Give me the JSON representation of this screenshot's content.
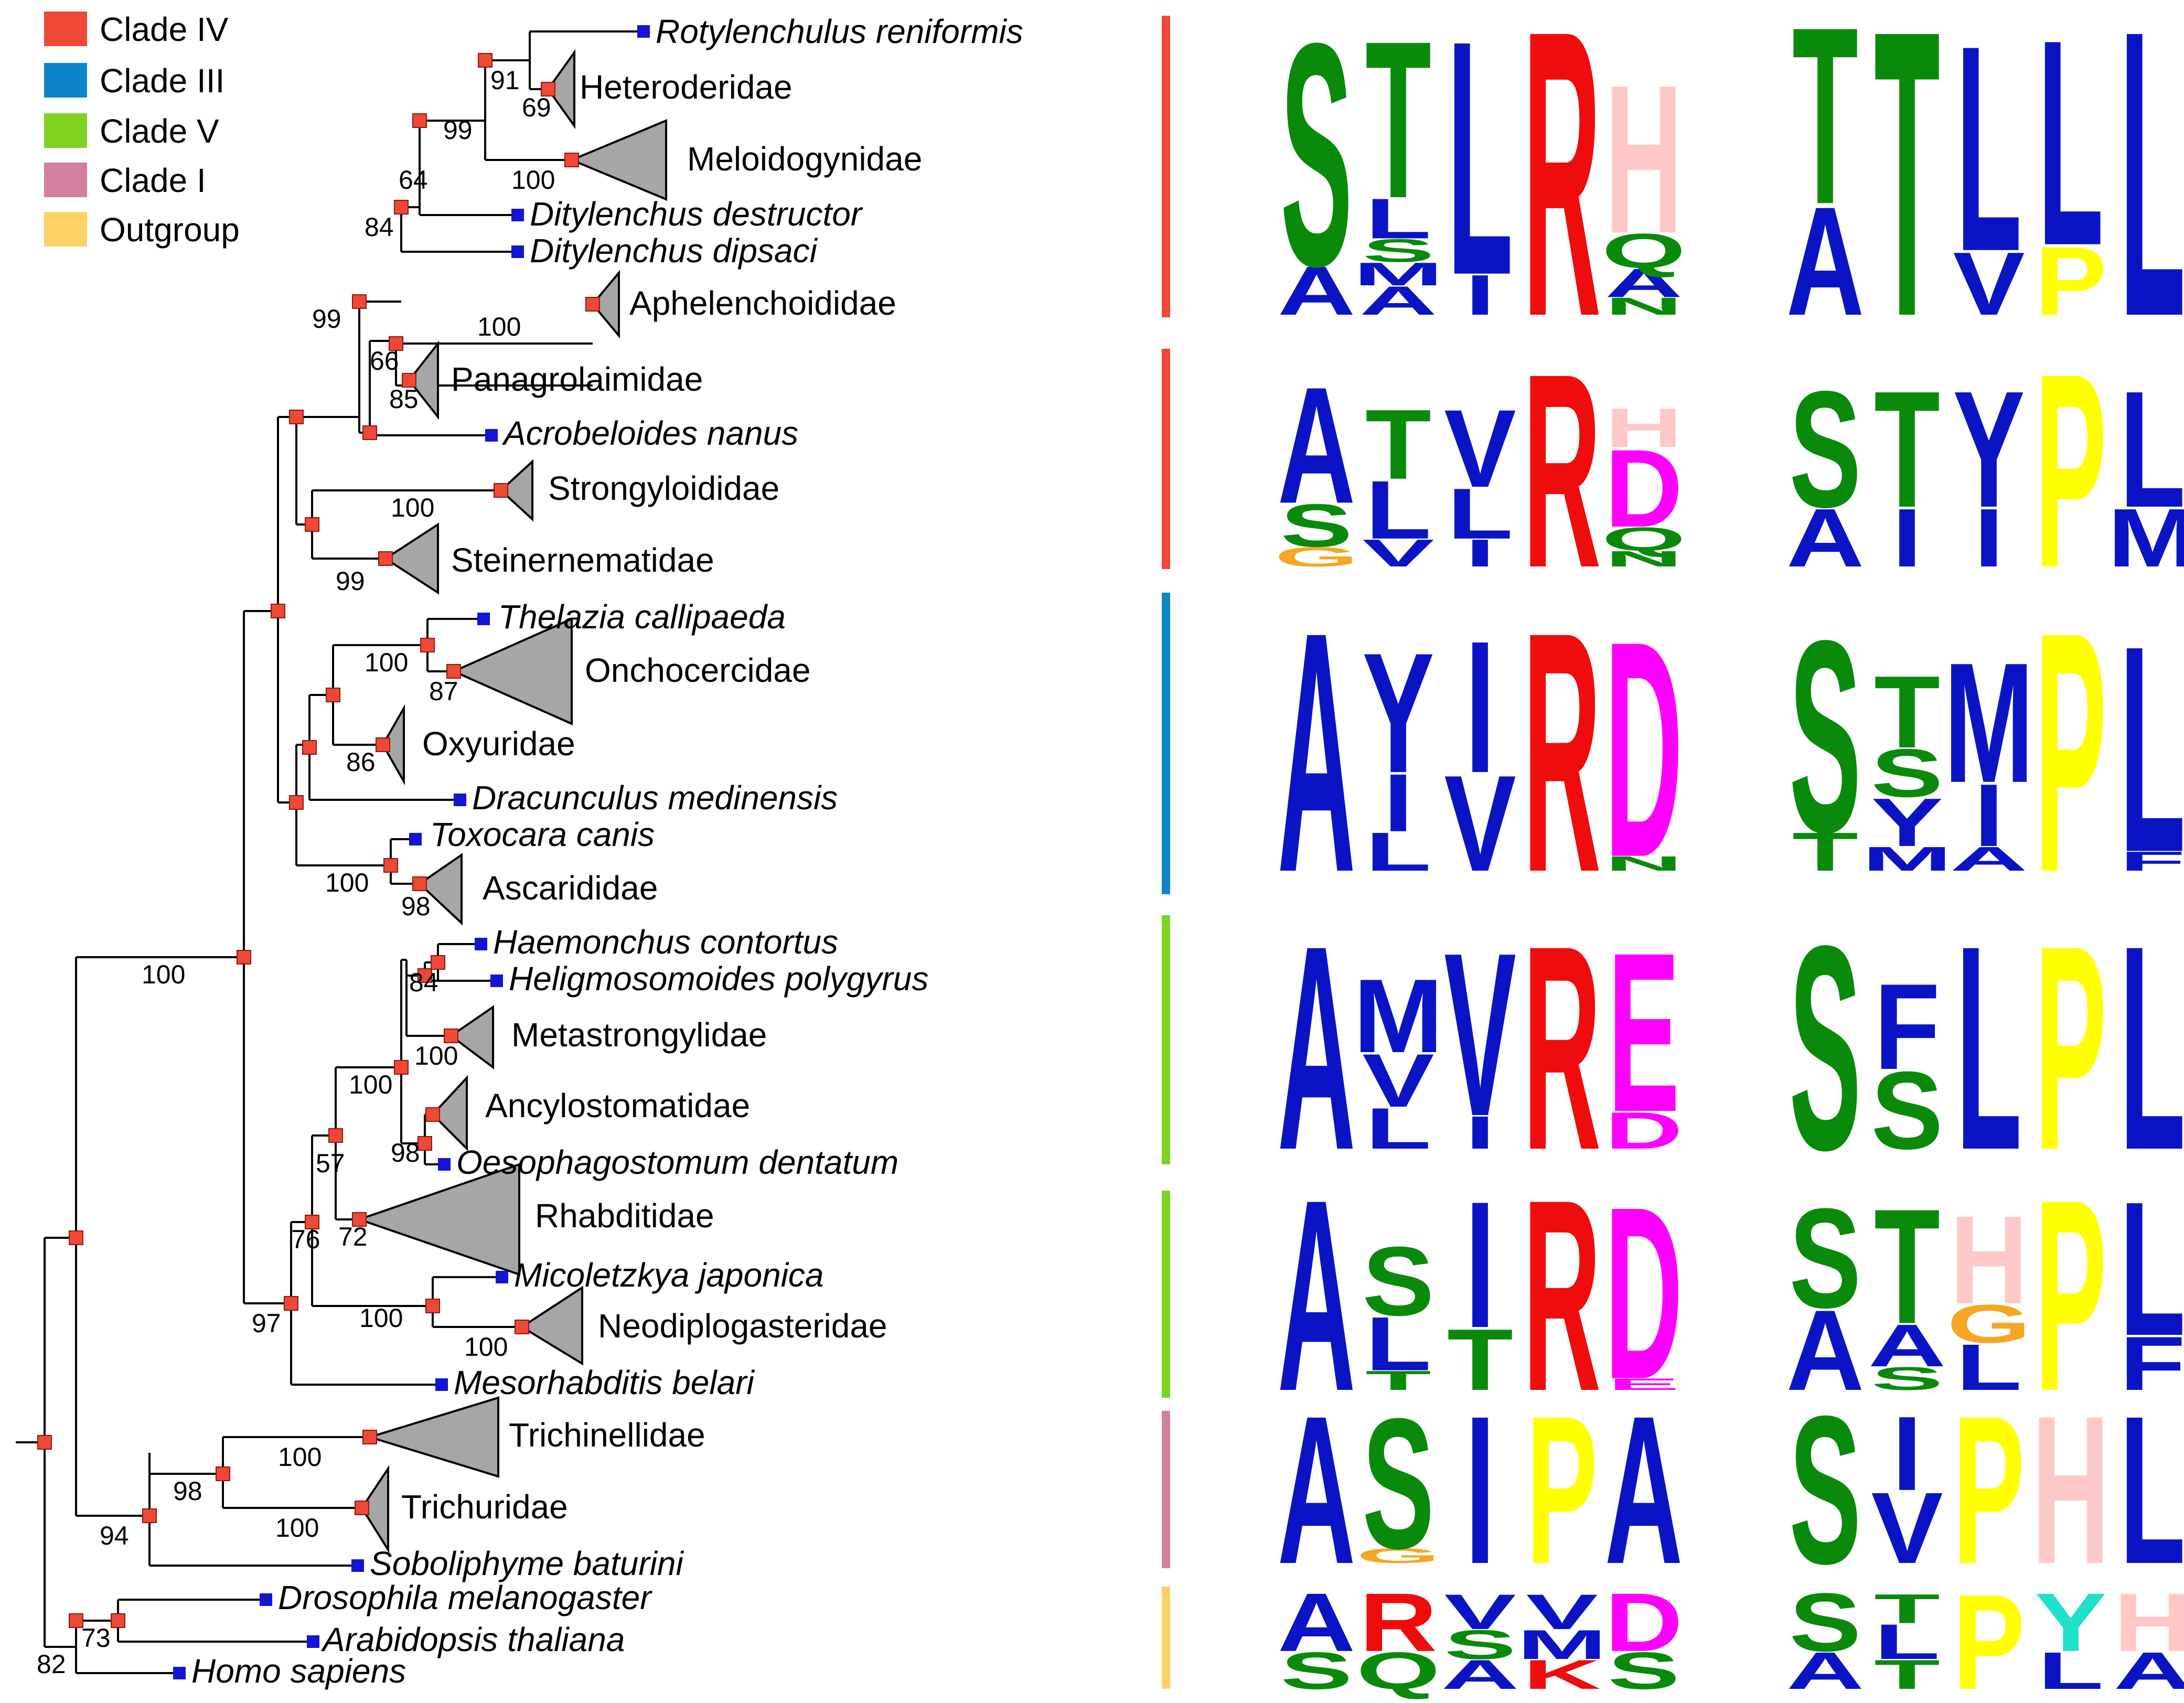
{
  "legend": [
    {
      "label": "Clade IV",
      "color": "#ef4836"
    },
    {
      "label": "Clade III",
      "color": "#0e85c8"
    },
    {
      "label": "Clade V",
      "color": "#7ed321"
    },
    {
      "label": "Clade I",
      "color": "#d47fa0"
    },
    {
      "label": "Outgroup",
      "color": "#fdd265"
    }
  ],
  "taxa": {
    "rotylenchulus": "Rotylenchulus reniformis",
    "heteroderidae": "Heteroderidae",
    "meloidogynidae": "Meloidogynidae",
    "dit_destructor": "Ditylenchus destructor",
    "dit_dipsaci": "Ditylenchus dipsaci",
    "aphelenchoididae": "Aphelenchoididae",
    "panagrolaimidae": "Panagrolaimidae",
    "acrobeloides": "Acrobeloides nanus",
    "strongyloididae": "Strongyloididae",
    "steinernematidae": "Steinernematidae",
    "thelazia": "Thelazia callipaeda",
    "onchocercidae": "Onchocercidae",
    "oxyuridae": "Oxyuridae",
    "dracunculus": "Dracunculus medinensis",
    "toxocara": "Toxocara canis",
    "ascarididae": "Ascarididae",
    "haemonchus": "Haemonchus contortus",
    "heligmosomoides": "Heligmosomoides polygyrus",
    "metastrongylidae": "Metastrongylidae",
    "ancylostomatidae": "Ancylostomatidae",
    "oesophagostomum": "Oesophagostomum dentatum",
    "rhabditidae": "Rhabditidae",
    "micoletzkya": "Micoletzkya japonica",
    "neodiplogasteridae": "Neodiplogasteridae",
    "mesorhabditis": "Mesorhabditis belari",
    "trichinellidae": "Trichinellidae",
    "trichuridae": "Trichuridae",
    "soboliphyme": "Soboliphyme baturini",
    "drosophila": "Drosophila melanogaster",
    "arabidopsis": "Arabidopsis thaliana",
    "homo": "Homo sapiens"
  },
  "bootstrap": {
    "b91": "91",
    "b69": "69",
    "b99a": "99",
    "b100a": "100",
    "b64": "64",
    "b84a": "84",
    "b99b": "99",
    "b100b": "100",
    "b66": "66",
    "b85": "85",
    "b100c": "100",
    "b99c": "99",
    "b100d": "100",
    "b87": "87",
    "b86": "86",
    "b100e": "100",
    "b98a": "98",
    "b100f": "100",
    "b84b": "84",
    "b100g": "100",
    "b100h": "100",
    "b98b": "98",
    "b57": "57",
    "b72": "72",
    "b76": "76",
    "b100i": "100",
    "b100j": "100",
    "b97": "97",
    "b100k": "100",
    "b98c": "98",
    "b100l": "100",
    "b94": "94",
    "b73": "73",
    "b82": "82"
  },
  "logos": [
    {
      "clade": "Clade IV",
      "left": [
        [
          {
            "l": "S",
            "c": "#0a8a0a",
            "h": 0.78
          },
          {
            "l": "A",
            "c": "#0b14c4",
            "h": 0.17
          }
        ],
        [
          {
            "l": "T",
            "c": "#0a8a0a",
            "h": 0.55
          },
          {
            "l": "L",
            "c": "#0b14c4",
            "h": 0.14
          },
          {
            "l": "S",
            "c": "#0a8a0a",
            "h": 0.08
          },
          {
            "l": "M",
            "c": "#0b14c4",
            "h": 0.08
          },
          {
            "l": "A",
            "c": "#0b14c4",
            "h": 0.1
          }
        ],
        [
          {
            "l": "L",
            "c": "#0b14c4",
            "h": 0.82
          },
          {
            "l": "I",
            "c": "#0b14c4",
            "h": 0.14
          }
        ],
        [
          {
            "l": "R",
            "c": "#ee0c0c",
            "h": 1.0
          }
        ],
        [
          {
            "l": "H",
            "c": "#ffc8c8",
            "h": 0.52
          },
          {
            "l": "Q",
            "c": "#0a8a0a",
            "h": 0.12
          },
          {
            "l": "A",
            "c": "#0b14c4",
            "h": 0.1
          },
          {
            "l": "N",
            "c": "#0a8a0a",
            "h": 0.06
          }
        ]
      ],
      "right": [
        [
          {
            "l": "T",
            "c": "#0a8a0a",
            "h": 0.62
          },
          {
            "l": "A",
            "c": "#0b14c4",
            "h": 0.38
          }
        ],
        [
          {
            "l": "T",
            "c": "#0a8a0a",
            "h": 1.0
          }
        ],
        [
          {
            "l": "L",
            "c": "#0b14c4",
            "h": 0.72
          },
          {
            "l": "V",
            "c": "#0b14c4",
            "h": 0.22
          }
        ],
        [
          {
            "l": "L",
            "c": "#0b14c4",
            "h": 0.72
          },
          {
            "l": "P",
            "c": "#ffff00",
            "h": 0.24
          }
        ],
        [
          {
            "l": "L",
            "c": "#0b14c4",
            "h": 1.0
          }
        ]
      ]
    },
    {
      "clade": "Clade IV",
      "left": [
        [
          {
            "l": "A",
            "c": "#0b14c4",
            "h": 0.6
          },
          {
            "l": "S",
            "c": "#0a8a0a",
            "h": 0.22
          },
          {
            "l": "G",
            "c": "#f5a623",
            "h": 0.1
          }
        ],
        [
          {
            "l": "T",
            "c": "#0a8a0a",
            "h": 0.36
          },
          {
            "l": "L",
            "c": "#0b14c4",
            "h": 0.3
          },
          {
            "l": "V",
            "c": "#0b14c4",
            "h": 0.14
          }
        ],
        [
          {
            "l": "V",
            "c": "#0b14c4",
            "h": 0.4
          },
          {
            "l": "L",
            "c": "#0b14c4",
            "h": 0.26
          },
          {
            "l": "I",
            "c": "#0b14c4",
            "h": 0.14
          }
        ],
        [
          {
            "l": "R",
            "c": "#ee0c0c",
            "h": 1.0
          }
        ],
        [
          {
            "l": "H",
            "c": "#ffc8c8",
            "h": 0.2
          },
          {
            "l": "D",
            "c": "#ff00ff",
            "h": 0.4
          },
          {
            "l": "Q",
            "c": "#0a8a0a",
            "h": 0.12
          },
          {
            "l": "N",
            "c": "#0a8a0a",
            "h": 0.08
          }
        ]
      ],
      "right": [
        [
          {
            "l": "S",
            "c": "#0a8a0a",
            "h": 0.6
          },
          {
            "l": "A",
            "c": "#0b14c4",
            "h": 0.3
          }
        ],
        [
          {
            "l": "T",
            "c": "#0a8a0a",
            "h": 0.6
          },
          {
            "l": "I",
            "c": "#0b14c4",
            "h": 0.3
          }
        ],
        [
          {
            "l": "Y",
            "c": "#0b14c4",
            "h": 0.6
          },
          {
            "l": "I",
            "c": "#0b14c4",
            "h": 0.3
          }
        ],
        [
          {
            "l": "P",
            "c": "#ffff00",
            "h": 1.0
          }
        ],
        [
          {
            "l": "L",
            "c": "#0b14c4",
            "h": 0.6
          },
          {
            "l": "M",
            "c": "#0b14c4",
            "h": 0.3
          }
        ]
      ]
    },
    {
      "clade": "Clade III",
      "left": [
        [
          {
            "l": "A",
            "c": "#0b14c4",
            "h": 1.0
          }
        ],
        [
          {
            "l": "Y",
            "c": "#0b14c4",
            "h": 0.5
          },
          {
            "l": "I",
            "c": "#0b14c4",
            "h": 0.24
          },
          {
            "l": "L",
            "c": "#0b14c4",
            "h": 0.16
          }
        ],
        [
          {
            "l": "I",
            "c": "#0b14c4",
            "h": 0.55
          },
          {
            "l": "V",
            "c": "#0b14c4",
            "h": 0.4
          }
        ],
        [
          {
            "l": "R",
            "c": "#ee0c0c",
            "h": 1.0
          }
        ],
        [
          {
            "l": "D",
            "c": "#ff00ff",
            "h": 0.9
          },
          {
            "l": "N",
            "c": "#0a8a0a",
            "h": 0.06
          }
        ]
      ],
      "right": [
        [
          {
            "l": "S",
            "c": "#0a8a0a",
            "h": 0.8
          },
          {
            "l": "T",
            "c": "#0a8a0a",
            "h": 0.16
          }
        ],
        [
          {
            "l": "T",
            "c": "#0a8a0a",
            "h": 0.3
          },
          {
            "l": "S",
            "c": "#0a8a0a",
            "h": 0.2
          },
          {
            "l": "Y",
            "c": "#0b14c4",
            "h": 0.2
          },
          {
            "l": "M",
            "c": "#0b14c4",
            "h": 0.1
          }
        ],
        [
          {
            "l": "M",
            "c": "#0b14c4",
            "h": 0.5
          },
          {
            "l": "I",
            "c": "#0b14c4",
            "h": 0.26
          },
          {
            "l": "A",
            "c": "#0b14c4",
            "h": 0.1
          }
        ],
        [
          {
            "l": "P",
            "c": "#ffff00",
            "h": 1.0
          }
        ],
        [
          {
            "l": "L",
            "c": "#0b14c4",
            "h": 0.86
          },
          {
            "l": "F",
            "c": "#0b14c4",
            "h": 0.08
          }
        ]
      ]
    },
    {
      "clade": "Clade V",
      "left": [
        [
          {
            "l": "A",
            "c": "#0b14c4",
            "h": 1.0
          }
        ],
        [
          {
            "l": "M",
            "c": "#0b14c4",
            "h": 0.36
          },
          {
            "l": "V",
            "c": "#0b14c4",
            "h": 0.26
          },
          {
            "l": "L",
            "c": "#0b14c4",
            "h": 0.2
          }
        ],
        [
          {
            "l": "V",
            "c": "#0b14c4",
            "h": 0.8
          },
          {
            "l": "I",
            "c": "#0b14c4",
            "h": 0.16
          }
        ],
        [
          {
            "l": "R",
            "c": "#ee0c0c",
            "h": 1.0
          }
        ],
        [
          {
            "l": "E",
            "c": "#ff00ff",
            "h": 0.78
          },
          {
            "l": "D",
            "c": "#ff00ff",
            "h": 0.18
          }
        ]
      ],
      "right": [
        [
          {
            "l": "S",
            "c": "#0a8a0a",
            "h": 1.0
          }
        ],
        [
          {
            "l": "F",
            "c": "#0b14c4",
            "h": 0.42
          },
          {
            "l": "S",
            "c": "#0a8a0a",
            "h": 0.38
          }
        ],
        [
          {
            "l": "L",
            "c": "#0b14c4",
            "h": 1.0
          }
        ],
        [
          {
            "l": "P",
            "c": "#ffff00",
            "h": 1.0
          }
        ],
        [
          {
            "l": "L",
            "c": "#0b14c4",
            "h": 1.0
          }
        ]
      ]
    },
    {
      "clade": "Clade V",
      "left": [
        [
          {
            "l": "A",
            "c": "#0b14c4",
            "h": 1.0
          }
        ],
        [
          {
            "l": "S",
            "c": "#0a8a0a",
            "h": 0.36
          },
          {
            "l": "L",
            "c": "#0b14c4",
            "h": 0.28
          },
          {
            "l": "T",
            "c": "#0a8a0a",
            "h": 0.1
          }
        ],
        [
          {
            "l": "I",
            "c": "#0b14c4",
            "h": 0.66
          },
          {
            "l": "T",
            "c": "#0a8a0a",
            "h": 0.32
          }
        ],
        [
          {
            "l": "R",
            "c": "#ee0c0c",
            "h": 1.0
          }
        ],
        [
          {
            "l": "D",
            "c": "#ff00ff",
            "h": 0.9
          },
          {
            "l": "E",
            "c": "#ff00ff",
            "h": 0.06
          }
        ]
      ],
      "right": [
        [
          {
            "l": "S",
            "c": "#0a8a0a",
            "h": 0.52
          },
          {
            "l": "A",
            "c": "#0b14c4",
            "h": 0.42
          }
        ],
        [
          {
            "l": "T",
            "c": "#0a8a0a",
            "h": 0.6
          },
          {
            "l": "A",
            "c": "#0b14c4",
            "h": 0.22
          },
          {
            "l": "S",
            "c": "#0a8a0a",
            "h": 0.12
          }
        ],
        [
          {
            "l": "H",
            "c": "#ffc8c8",
            "h": 0.46
          },
          {
            "l": "G",
            "c": "#f5a623",
            "h": 0.2
          },
          {
            "l": "L",
            "c": "#0b14c4",
            "h": 0.24
          }
        ],
        [
          {
            "l": "P",
            "c": "#ffff00",
            "h": 1.0
          }
        ],
        [
          {
            "l": "L",
            "c": "#0b14c4",
            "h": 0.7
          },
          {
            "l": "F",
            "c": "#0b14c4",
            "h": 0.28
          }
        ]
      ]
    },
    {
      "clade": "Clade I",
      "left": [
        [
          {
            "l": "A",
            "c": "#0b14c4",
            "h": 1.0
          }
        ],
        [
          {
            "l": "S",
            "c": "#0a8a0a",
            "h": 0.88
          },
          {
            "l": "G",
            "c": "#f5a623",
            "h": 0.1
          }
        ],
        [
          {
            "l": "I",
            "c": "#0b14c4",
            "h": 1.0
          }
        ],
        [
          {
            "l": "P",
            "c": "#ffff00",
            "h": 1.0
          }
        ],
        [
          {
            "l": "A",
            "c": "#0b14c4",
            "h": 1.0
          }
        ]
      ],
      "right": [
        [
          {
            "l": "S",
            "c": "#0a8a0a",
            "h": 1.0
          }
        ],
        [
          {
            "l": "I",
            "c": "#0b14c4",
            "h": 0.5
          },
          {
            "l": "V",
            "c": "#0b14c4",
            "h": 0.48
          }
        ],
        [
          {
            "l": "P",
            "c": "#ffff00",
            "h": 1.0
          }
        ],
        [
          {
            "l": "H",
            "c": "#ffc8c8",
            "h": 1.0
          }
        ],
        [
          {
            "l": "L",
            "c": "#0b14c4",
            "h": 1.0
          }
        ]
      ]
    },
    {
      "clade": "Outgroup",
      "left": [
        [
          {
            "l": "A",
            "c": "#0b14c4",
            "h": 0.6
          },
          {
            "l": "S",
            "c": "#0a8a0a",
            "h": 0.38
          }
        ],
        [
          {
            "l": "R",
            "c": "#ee0c0c",
            "h": 0.6
          },
          {
            "l": "Q",
            "c": "#0a8a0a",
            "h": 0.38
          }
        ],
        [
          {
            "l": "V",
            "c": "#0b14c4",
            "h": 0.36
          },
          {
            "l": "S",
            "c": "#0a8a0a",
            "h": 0.3
          },
          {
            "l": "A",
            "c": "#0b14c4",
            "h": 0.3
          }
        ],
        [
          {
            "l": "V",
            "c": "#0b14c4",
            "h": 0.36
          },
          {
            "l": "M",
            "c": "#0b14c4",
            "h": 0.3
          },
          {
            "l": "K",
            "c": "#ee0c0c",
            "h": 0.3
          }
        ],
        [
          {
            "l": "D",
            "c": "#ff00ff",
            "h": 0.6
          },
          {
            "l": "S",
            "c": "#0a8a0a",
            "h": 0.38
          }
        ]
      ],
      "right": [
        [
          {
            "l": "S",
            "c": "#0a8a0a",
            "h": 0.6
          },
          {
            "l": "A",
            "c": "#0b14c4",
            "h": 0.38
          }
        ],
        [
          {
            "l": "T",
            "c": "#0a8a0a",
            "h": 0.3
          },
          {
            "l": "L",
            "c": "#0b14c4",
            "h": 0.36
          },
          {
            "l": "T",
            "c": "#0a8a0a",
            "h": 0.3
          }
        ],
        [
          {
            "l": "P",
            "c": "#ffff00",
            "h": 0.98
          }
        ],
        [
          {
            "l": "Y",
            "c": "#1fe0c8",
            "h": 0.6
          },
          {
            "l": "L",
            "c": "#0b14c4",
            "h": 0.38
          }
        ],
        [
          {
            "l": "H",
            "c": "#ffc8c8",
            "h": 0.6
          },
          {
            "l": "A",
            "c": "#0b14c4",
            "h": 0.38
          }
        ]
      ]
    }
  ]
}
